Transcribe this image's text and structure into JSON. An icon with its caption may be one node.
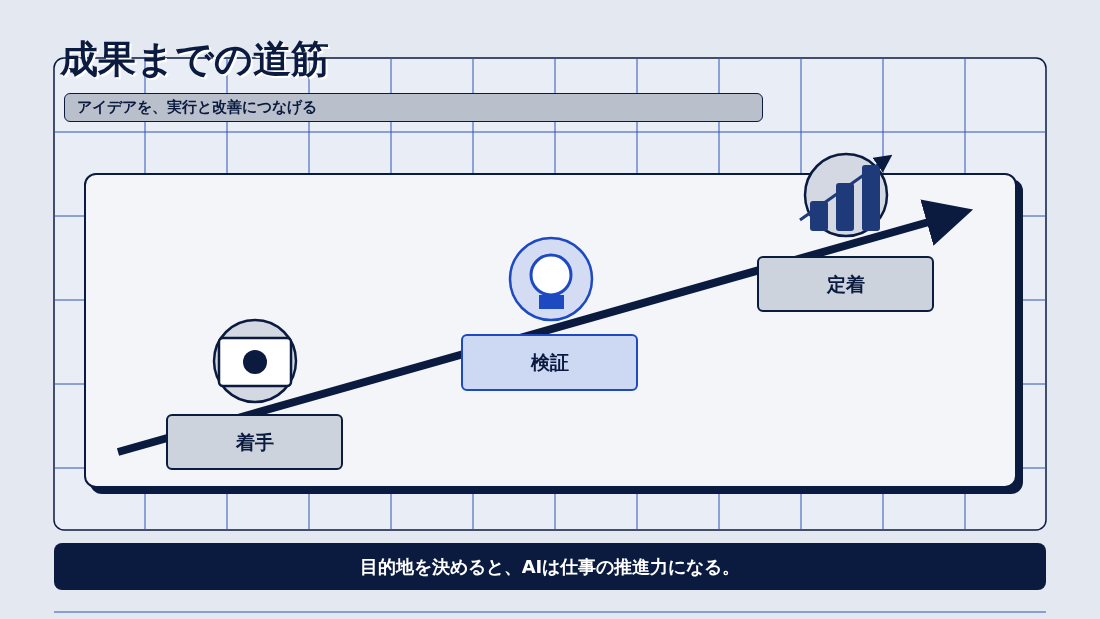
{
  "diagram": {
    "title": "成果までの道筋",
    "nodes": [
      {
        "text": [
          "アイデアを、実行と改善につなげる"
        ]
      },
      {
        "text": [
          "着手"
        ]
      },
      {
        "text": [
          "検証"
        ]
      },
      {
        "text": [
          "定着"
        ]
      },
      {
        "text": [
          "目的地を決めると、AIは仕事の推進力になる。"
        ]
      }
    ]
  }
}
